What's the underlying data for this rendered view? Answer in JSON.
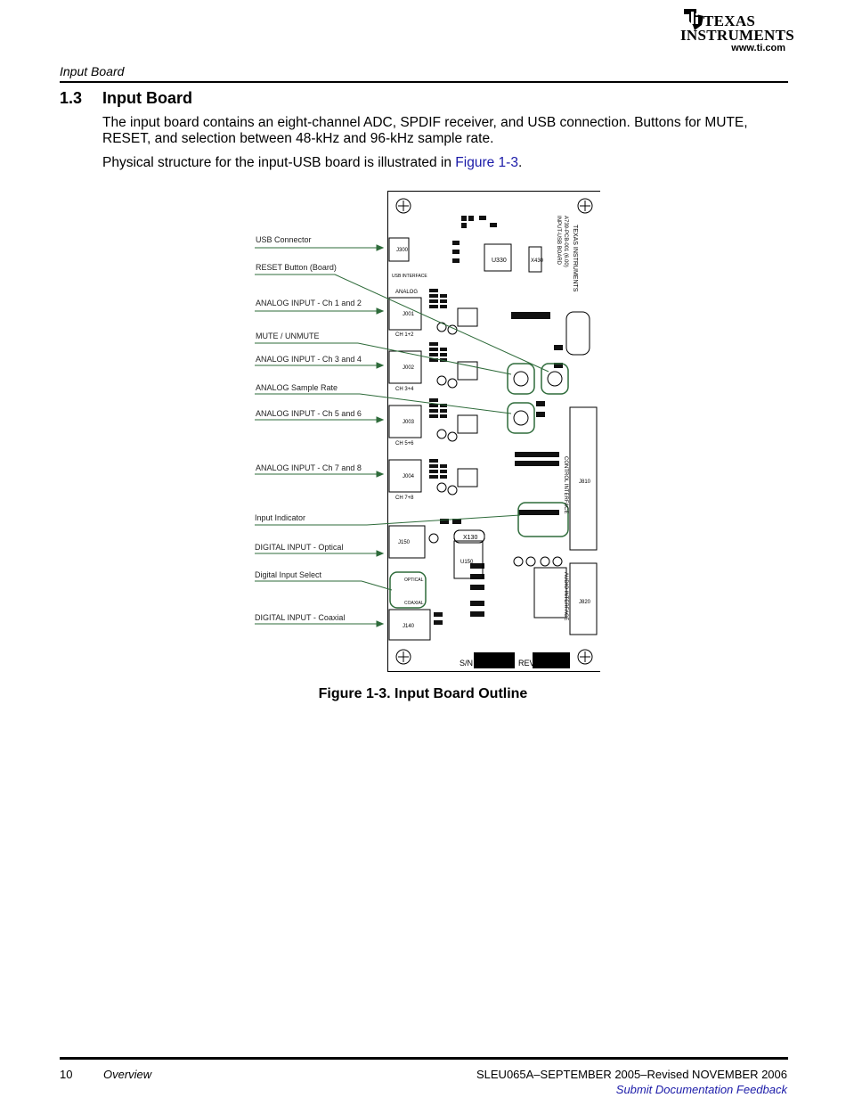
{
  "logo": {
    "line1": "TEXAS",
    "line2": "INSTRUMENTS",
    "url": "www.ti.com"
  },
  "header": {
    "running_title": "Input Board"
  },
  "section": {
    "number": "1.3",
    "title": "Input Board"
  },
  "body": {
    "paragraph1": "The input board contains an eight-channel ADC, SPDIF receiver, and USB connection. Buttons for MUTE, RESET, and selection between 48-kHz and 96-kHz sample rate.",
    "paragraph2_prefix": "Physical structure for the input-USB board is illustrated in ",
    "paragraph2_link": "Figure 1-3",
    "paragraph2_suffix": "."
  },
  "figure": {
    "callouts": [
      "USB Connector",
      "RESET Button (Board)",
      "ANALOG INPUT - Ch 1 and 2",
      "MUTE / UNMUTE",
      "ANALOG INPUT - Ch 3 and 4",
      "ANALOG Sample Rate",
      "ANALOG INPUT - Ch 5 and 6",
      "ANALOG INPUT - Ch 7 and 8",
      "Input Indicator",
      "DIGITAL INPUT - Optical",
      "Digital Input Select",
      "DIGITAL INPUT - Coaxial"
    ],
    "board_labels": {
      "usb_interface": "USB INTERFACE",
      "analog": "ANALOG",
      "ch12": "CH 1+2",
      "ch34": "CH 3+4",
      "ch56": "CH 5+6",
      "ch78": "CH 7+8",
      "j300": "J300",
      "j001": "J001",
      "j002": "J002",
      "j003": "J003",
      "j004": "J004",
      "j150": "J150",
      "j140": "J140",
      "j810": "J810",
      "j820": "J820",
      "u330": "U330",
      "u150": "U150",
      "x130": "X130",
      "x430": "X430",
      "board_id1": "A739-PCB-001 (6.00)",
      "board_id2": "INPUT-USB BOARD",
      "ti_brand": "TEXAS INSTRUMENTS",
      "control_interface": "CONTROL INTERFACE",
      "audio_interface": "AUDIO INTERFACE",
      "optical": "OPTICAL",
      "coaxial": "COAXIAL",
      "sn": "S/N",
      "rev": "REV"
    },
    "caption": "Figure 1-3. Input Board Outline"
  },
  "footer": {
    "page_number": "10",
    "section_name": "Overview",
    "doc_id": "SLEU065A–SEPTEMBER 2005–Revised NOVEMBER 2006",
    "feedback_link": "Submit Documentation Feedback"
  },
  "colors": {
    "link": "#1a1aa8",
    "callout_line": "#2e6b3a"
  }
}
